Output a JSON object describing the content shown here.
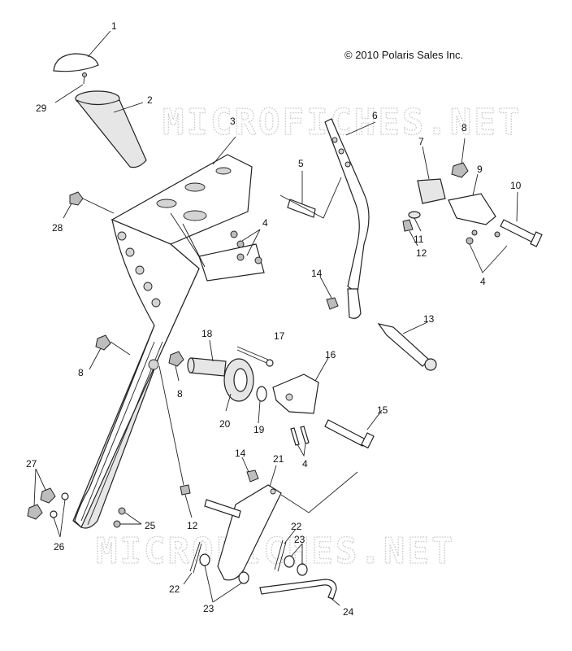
{
  "copyright": "© 2010 Polaris Sales Inc.",
  "watermark": "MICROFICHES.NET",
  "callouts": {
    "c1": "1",
    "c2": "2",
    "c3": "3",
    "c4a": "4",
    "c4b": "4",
    "c4c": "4",
    "c5": "5",
    "c6": "6",
    "c7": "7",
    "c8a": "8",
    "c8b": "8",
    "c8c": "8",
    "c9": "9",
    "c10": "10",
    "c11": "11",
    "c12a": "12",
    "c12b": "12",
    "c13": "13",
    "c14a": "14",
    "c14b": "14",
    "c15": "15",
    "c16": "16",
    "c17": "17",
    "c18": "18",
    "c19": "19",
    "c20": "20",
    "c21": "21",
    "c22a": "22",
    "c22b": "22",
    "c23a": "23",
    "c23b": "23",
    "c24": "24",
    "c25": "25",
    "c26": "26",
    "c27": "27",
    "c28": "28",
    "c29": "29"
  }
}
